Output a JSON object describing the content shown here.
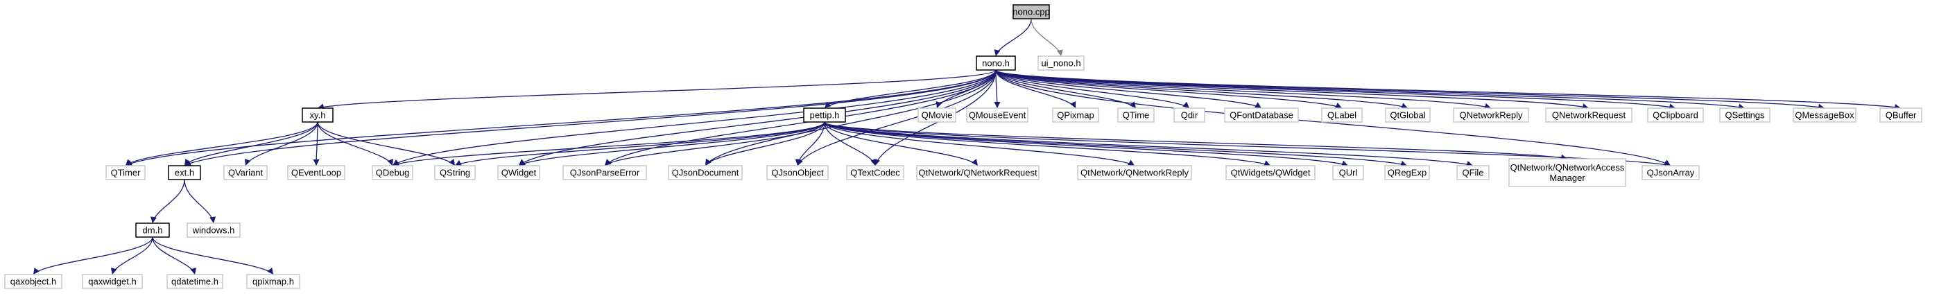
{
  "diagram": {
    "title": "nono.cpp include dependency graph",
    "colors": {
      "edge": "#191970",
      "edge_gray": "#808080",
      "node_border": "#000000",
      "node_border_light": "#c8c8c8",
      "root_fill": "#c0c0c0"
    },
    "nodes": [
      {
        "id": "nono_cpp",
        "label": "nono.cpp",
        "style": "root"
      },
      {
        "id": "nono_h",
        "label": "nono.h",
        "style": "bordered"
      },
      {
        "id": "ui_nono_h",
        "label": "ui_nono.h",
        "style": "plain"
      },
      {
        "id": "xy_h",
        "label": "xy.h",
        "style": "bordered"
      },
      {
        "id": "pettip_h",
        "label": "pettip.h",
        "style": "bordered"
      },
      {
        "id": "QMovie",
        "label": "QMovie",
        "style": "plain"
      },
      {
        "id": "QMouseEvent",
        "label": "QMouseEvent",
        "style": "plain"
      },
      {
        "id": "QPixmap",
        "label": "QPixmap",
        "style": "plain"
      },
      {
        "id": "QTime",
        "label": "QTime",
        "style": "plain"
      },
      {
        "id": "Qdir",
        "label": "Qdir",
        "style": "plain"
      },
      {
        "id": "QFontDatabase",
        "label": "QFontDatabase",
        "style": "plain"
      },
      {
        "id": "QLabel",
        "label": "QLabel",
        "style": "plain"
      },
      {
        "id": "QtGlobal",
        "label": "QtGlobal",
        "style": "plain"
      },
      {
        "id": "QNetworkReply",
        "label": "QNetworkReply",
        "style": "plain"
      },
      {
        "id": "QNetworkRequest",
        "label": "QNetworkRequest",
        "style": "plain"
      },
      {
        "id": "QClipboard",
        "label": "QClipboard",
        "style": "plain"
      },
      {
        "id": "QSettings",
        "label": "QSettings",
        "style": "plain"
      },
      {
        "id": "QMessageBox",
        "label": "QMessageBox",
        "style": "plain"
      },
      {
        "id": "QBuffer",
        "label": "QBuffer",
        "style": "plain"
      },
      {
        "id": "QTimer",
        "label": "QTimer",
        "style": "plain"
      },
      {
        "id": "ext_h",
        "label": "ext.h",
        "style": "bordered"
      },
      {
        "id": "QVariant",
        "label": "QVariant",
        "style": "plain"
      },
      {
        "id": "QEventLoop",
        "label": "QEventLoop",
        "style": "plain"
      },
      {
        "id": "QDebug",
        "label": "QDebug",
        "style": "plain"
      },
      {
        "id": "QString",
        "label": "QString",
        "style": "plain"
      },
      {
        "id": "QWidget",
        "label": "QWidget",
        "style": "plain"
      },
      {
        "id": "QJsonParseError",
        "label": "QJsonParseError",
        "style": "plain"
      },
      {
        "id": "QJsonDocument",
        "label": "QJsonDocument",
        "style": "plain"
      },
      {
        "id": "QJsonObject",
        "label": "QJsonObject",
        "style": "plain"
      },
      {
        "id": "QTextCodec",
        "label": "QTextCodec",
        "style": "plain"
      },
      {
        "id": "QtNetwork_QNetworkRequest",
        "label": "QtNetwork/QNetworkRequest",
        "style": "plain"
      },
      {
        "id": "QtNetwork_QNetworkReply",
        "label": "QtNetwork/QNetworkReply",
        "style": "plain"
      },
      {
        "id": "QtWidgets_QWidget",
        "label": "QtWidgets/QWidget",
        "style": "plain"
      },
      {
        "id": "QUrl",
        "label": "QUrl",
        "style": "plain"
      },
      {
        "id": "QRegExp",
        "label": "QRegExp",
        "style": "plain"
      },
      {
        "id": "QFile",
        "label": "QFile",
        "style": "plain"
      },
      {
        "id": "QtNetwork_QNetworkAccessManager",
        "label": "QtNetwork/QNetworkAccess",
        "label2": "Manager",
        "style": "plain"
      },
      {
        "id": "QJsonArray",
        "label": "QJsonArray",
        "style": "plain"
      },
      {
        "id": "windows_h",
        "label": "windows.h",
        "style": "plain"
      },
      {
        "id": "dm_h",
        "label": "dm.h",
        "style": "bordered"
      },
      {
        "id": "qaxobject_h",
        "label": "qaxobject.h",
        "style": "plain"
      },
      {
        "id": "qaxwidget_h",
        "label": "qaxwidget.h",
        "style": "plain"
      },
      {
        "id": "qdatetime_h",
        "label": "qdatetime.h",
        "style": "plain"
      },
      {
        "id": "qpixmap_h",
        "label": "qpixmap.h",
        "style": "plain"
      }
    ],
    "edges": [
      [
        "nono_cpp",
        "nono_h"
      ],
      [
        "nono_cpp",
        "ui_nono_h"
      ],
      [
        "nono_h",
        "xy_h"
      ],
      [
        "nono_h",
        "pettip_h"
      ],
      [
        "nono_h",
        "QMovie"
      ],
      [
        "nono_h",
        "QMouseEvent"
      ],
      [
        "nono_h",
        "QPixmap"
      ],
      [
        "nono_h",
        "QTime"
      ],
      [
        "nono_h",
        "Qdir"
      ],
      [
        "nono_h",
        "QFontDatabase"
      ],
      [
        "nono_h",
        "QLabel"
      ],
      [
        "nono_h",
        "QtGlobal"
      ],
      [
        "nono_h",
        "QNetworkReply"
      ],
      [
        "nono_h",
        "QNetworkRequest"
      ],
      [
        "nono_h",
        "QClipboard"
      ],
      [
        "nono_h",
        "QSettings"
      ],
      [
        "nono_h",
        "QMessageBox"
      ],
      [
        "nono_h",
        "QBuffer"
      ],
      [
        "nono_h",
        "QTimer"
      ],
      [
        "nono_h",
        "ext_h"
      ],
      [
        "nono_h",
        "QDebug"
      ],
      [
        "nono_h",
        "QWidget"
      ],
      [
        "nono_h",
        "QJsonParseError"
      ],
      [
        "nono_h",
        "QJsonDocument"
      ],
      [
        "nono_h",
        "QJsonObject"
      ],
      [
        "nono_h",
        "QTextCodec"
      ],
      [
        "nono_h",
        "QJsonArray"
      ],
      [
        "xy_h",
        "QTimer"
      ],
      [
        "xy_h",
        "ext_h"
      ],
      [
        "xy_h",
        "QVariant"
      ],
      [
        "xy_h",
        "QEventLoop"
      ],
      [
        "xy_h",
        "QDebug"
      ],
      [
        "xy_h",
        "QString"
      ],
      [
        "pettip_h",
        "QDebug"
      ],
      [
        "pettip_h",
        "QString"
      ],
      [
        "pettip_h",
        "QWidget"
      ],
      [
        "pettip_h",
        "QJsonParseError"
      ],
      [
        "pettip_h",
        "QJsonDocument"
      ],
      [
        "pettip_h",
        "QJsonObject"
      ],
      [
        "pettip_h",
        "QTextCodec"
      ],
      [
        "pettip_h",
        "QtNetwork_QNetworkRequest"
      ],
      [
        "pettip_h",
        "QtNetwork_QNetworkReply"
      ],
      [
        "pettip_h",
        "QtWidgets_QWidget"
      ],
      [
        "pettip_h",
        "QUrl"
      ],
      [
        "pettip_h",
        "QRegExp"
      ],
      [
        "pettip_h",
        "QFile"
      ],
      [
        "pettip_h",
        "QtNetwork_QNetworkAccessManager"
      ],
      [
        "pettip_h",
        "QJsonArray"
      ],
      [
        "ext_h",
        "windows_h"
      ],
      [
        "ext_h",
        "dm_h"
      ],
      [
        "dm_h",
        "qaxobject_h"
      ],
      [
        "dm_h",
        "qaxwidget_h"
      ],
      [
        "dm_h",
        "qdatetime_h"
      ],
      [
        "dm_h",
        "qpixmap_h"
      ]
    ]
  }
}
